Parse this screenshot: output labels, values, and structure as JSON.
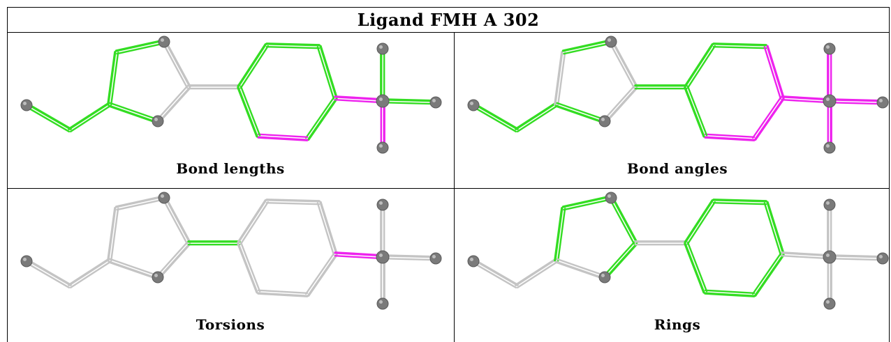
{
  "title": "Ligand FMH A 302",
  "colors": {
    "good": "#33dd22",
    "outlier": "#ee22ee",
    "neutral": "#c4c4c4",
    "atom": "#7a7a7a"
  },
  "panels": [
    {
      "caption": "Bond lengths",
      "bond_colors": {
        "b1": "good",
        "b2": "good",
        "b3": "good",
        "b4": "good",
        "b5": "neutral",
        "b6": "neutral",
        "b7": "neutral",
        "b8": "good",
        "b9": "good",
        "b10": "good",
        "b11": "good",
        "b12": "outlier",
        "b13": "good",
        "b14": "outlier",
        "b15": "good",
        "b16": "good",
        "b17": "outlier"
      }
    },
    {
      "caption": "Bond angles",
      "bond_colors": {
        "b1": "good",
        "b2": "good",
        "b3": "neutral",
        "b4": "good",
        "b5": "neutral",
        "b6": "neutral",
        "b7": "good",
        "b8": "good",
        "b9": "good",
        "b10": "outlier",
        "b11": "outlier",
        "b12": "outlier",
        "b13": "good",
        "b14": "outlier",
        "b15": "outlier",
        "b16": "outlier",
        "b17": "outlier"
      }
    },
    {
      "caption": "Torsions",
      "bond_colors": {
        "b1": "neutral",
        "b2": "neutral",
        "b3": "neutral",
        "b4": "neutral",
        "b5": "neutral",
        "b6": "neutral",
        "b7": "good",
        "b8": "neutral",
        "b9": "neutral",
        "b10": "neutral",
        "b11": "neutral",
        "b12": "neutral",
        "b13": "neutral",
        "b14": "outlier",
        "b15": "neutral",
        "b16": "neutral",
        "b17": "neutral"
      }
    },
    {
      "caption": "Rings",
      "bond_colors": {
        "b1": "neutral",
        "b2": "neutral",
        "b3": "good",
        "b4": "good",
        "b5": "good",
        "b6": "good",
        "b7": "neutral",
        "b8": "good",
        "b9": "good",
        "b10": "good",
        "b11": "good",
        "b12": "good",
        "b13": "good",
        "b14": "neutral",
        "b15": "neutral",
        "b16": "neutral",
        "b17": "neutral"
      }
    }
  ]
}
